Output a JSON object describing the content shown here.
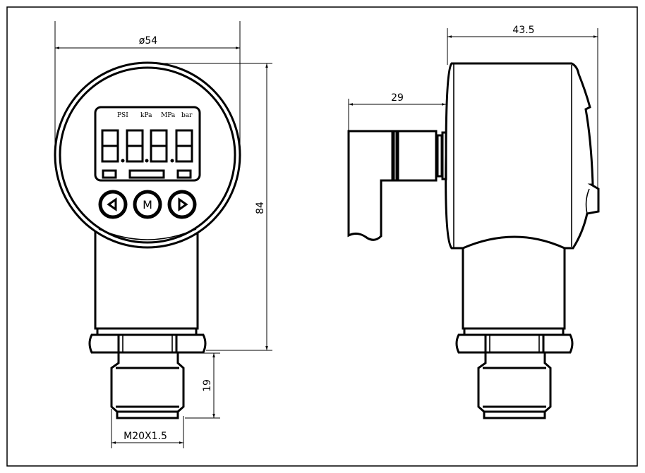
{
  "drawing": {
    "front_view": {
      "dimensions": {
        "diameter": "ø54",
        "height": "84",
        "thread_length": "19",
        "thread": "M20X1.5"
      },
      "display": {
        "units": [
          "PSI",
          "kPa",
          "MPa",
          "bar"
        ]
      },
      "buttons": {
        "left": "◀",
        "mode": "M",
        "right": "▶"
      }
    },
    "side_view": {
      "dimensions": {
        "depth": "43.5",
        "connector_length": "29"
      }
    }
  }
}
